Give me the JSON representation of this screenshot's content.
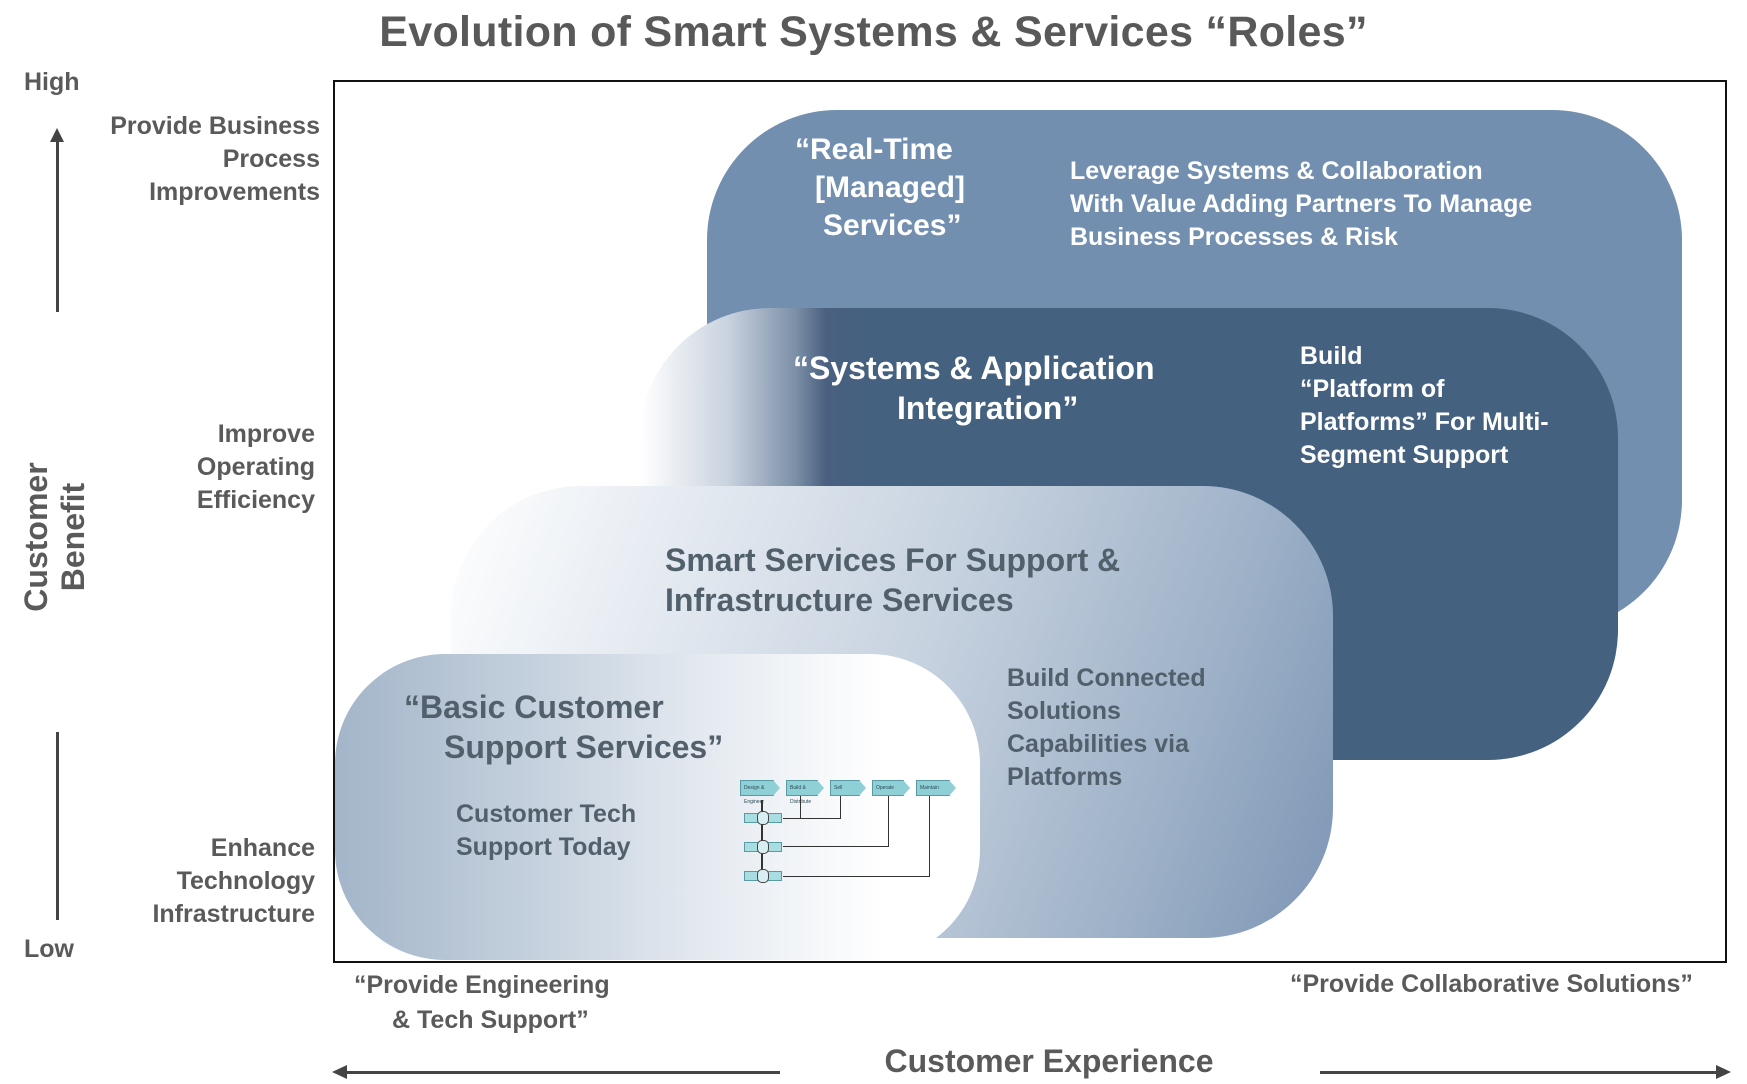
{
  "title": "Evolution of Smart Systems & Services “Roles”",
  "y_axis": {
    "label": "Customer Benefit",
    "high": "High",
    "low": "Low",
    "levels": [
      [
        "Provide Business",
        "Process",
        "Improvements"
      ],
      [
        "Improve",
        "Operating",
        "Efficiency"
      ],
      [
        "Enhance",
        "Technology",
        "Infrastructure"
      ]
    ]
  },
  "x_axis": {
    "label": "Customer Experience",
    "left": [
      "“Provide Engineering",
      "& Tech Support”"
    ],
    "right": "“Provide Collaborative Solutions”"
  },
  "roles": [
    {
      "title": [
        "“Real-Time",
        "[Managed]",
        "Services”"
      ],
      "body": [
        "Leverage Systems & Collaboration",
        "With Value Adding Partners To Manage",
        "Business Processes & Risk"
      ],
      "color": "#738fb0"
    },
    {
      "title": [
        "“Systems & Application",
        "Integration”"
      ],
      "body": [
        "Build",
        "“Platform of",
        "Platforms” For Multi-",
        "Segment Support"
      ],
      "color": "#44617f"
    },
    {
      "title": [
        "Smart Services For Support &",
        "Infrastructure Services"
      ],
      "body": [
        "Build Connected",
        "Solutions",
        "Capabilities via",
        "Platforms"
      ],
      "color": "#7d96b5"
    },
    {
      "title": [
        "“Basic Customer",
        "Support Services”"
      ],
      "body": [
        "Customer Tech",
        "Support Today"
      ],
      "color": "#a3b5c9"
    }
  ],
  "flow_graphic": {
    "icon": "process-flow-diagram",
    "stages": [
      "Design & Engineer",
      "Build & Distribute",
      "Sell",
      "Operate",
      "Maintain"
    ]
  }
}
